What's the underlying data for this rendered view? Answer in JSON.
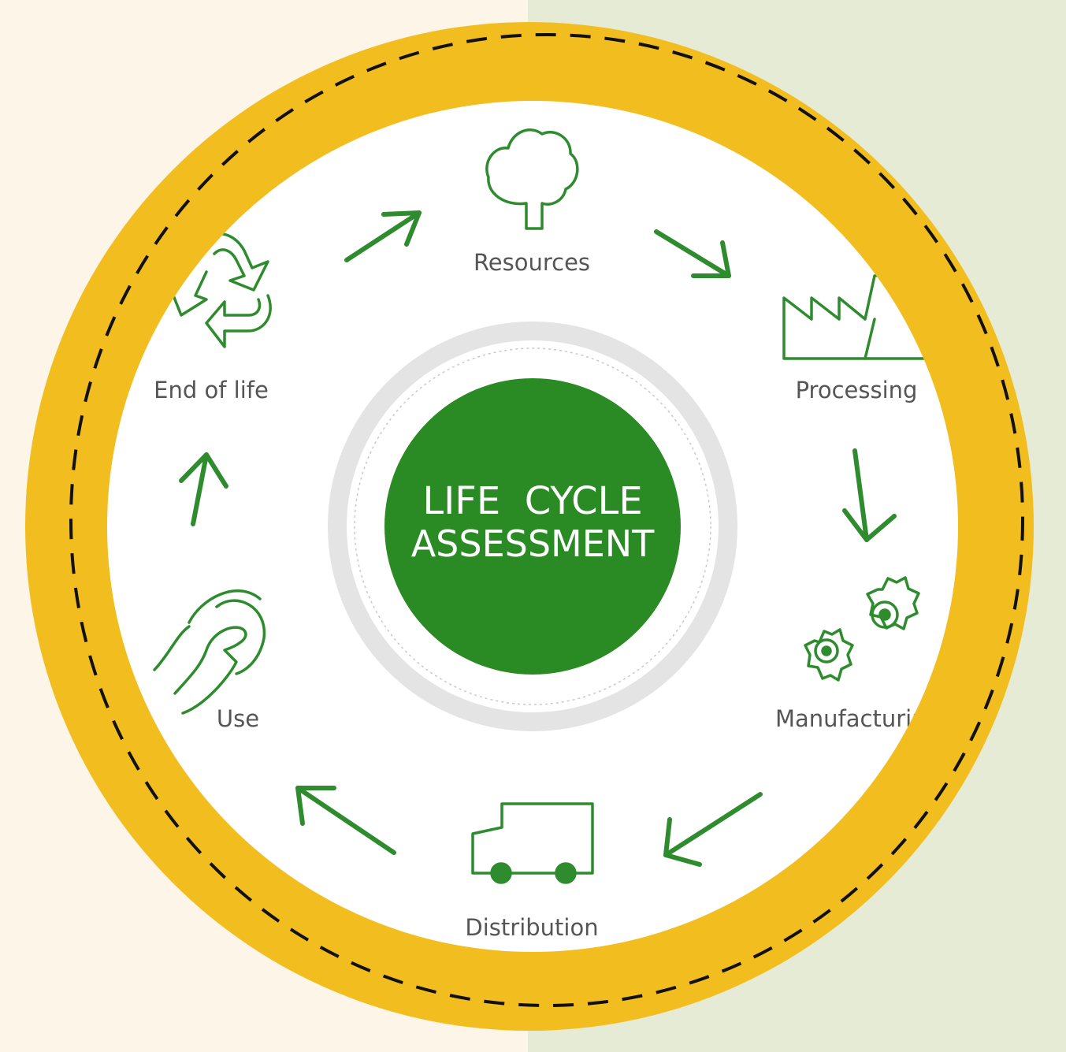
{
  "colors": {
    "background_left": "#fdf6e8",
    "background_right": "#e6ebd5",
    "ring_yellow": "#f2bd1e",
    "inner_white": "#ffffff",
    "accent_green": "#2e8b2e",
    "center_green": "#2a8a24",
    "label_gray": "#555555",
    "ring_gray": "#e4e4e4"
  },
  "center": {
    "line1": "LIFE  CYCLE",
    "line2": "ASSESSMENT"
  },
  "stages": [
    {
      "id": "resources",
      "label": "Resources",
      "icon": "tree-icon"
    },
    {
      "id": "processing",
      "label": "Processing",
      "icon": "factory-icon"
    },
    {
      "id": "manufacturing",
      "label": "Manufacturing",
      "icon": "gears-icon"
    },
    {
      "id": "distribution",
      "label": "Distribution",
      "icon": "truck-icon"
    },
    {
      "id": "use",
      "label": "Use",
      "icon": "touch-hand-icon"
    },
    {
      "id": "end_of_life",
      "label": "End of life",
      "icon": "recycle-icon"
    }
  ]
}
